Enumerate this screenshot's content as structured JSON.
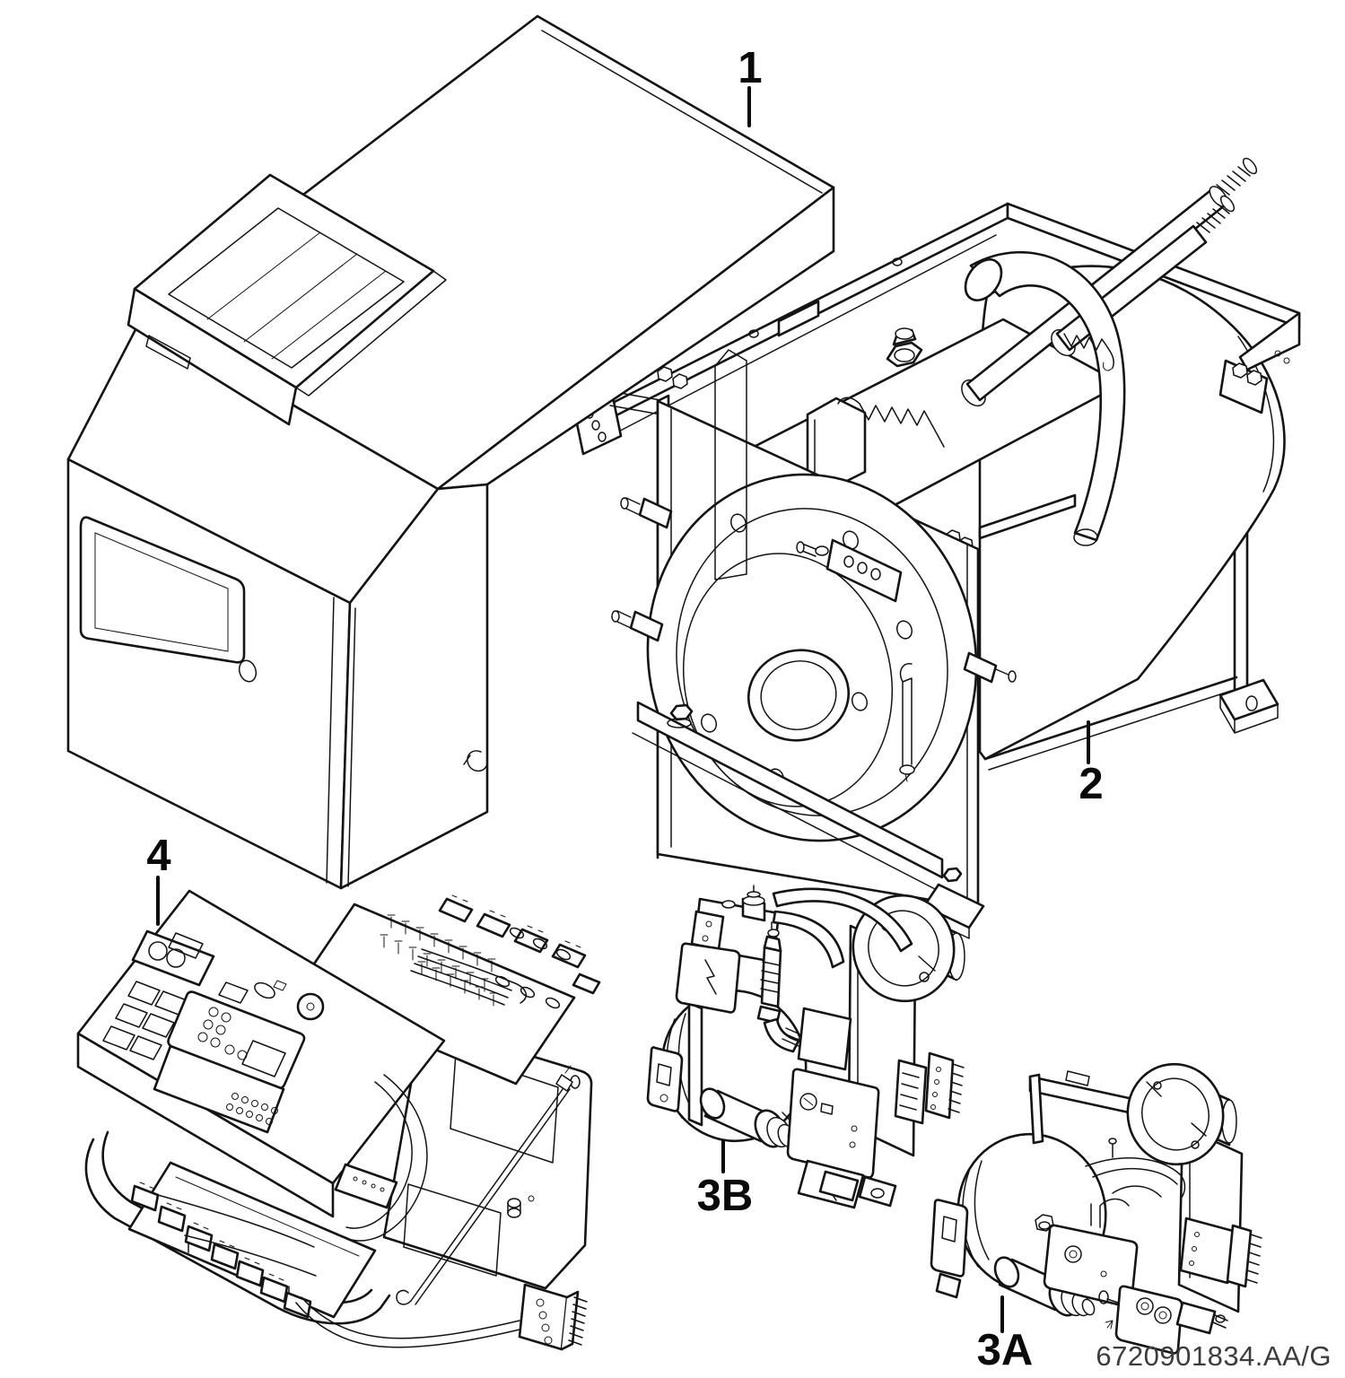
{
  "figure": {
    "type": "exploded-parts-diagram",
    "background_color": "#ffffff",
    "line_color": "#141414",
    "doc_code": "6720901834.AA/G",
    "callouts": [
      {
        "id": "1",
        "part": "boiler-casing"
      },
      {
        "id": "2",
        "part": "boiler-block"
      },
      {
        "id": "3B",
        "part": "burner-variant-b"
      },
      {
        "id": "3A",
        "part": "burner-variant-a"
      },
      {
        "id": "4",
        "part": "control-panel-assembly"
      }
    ]
  }
}
